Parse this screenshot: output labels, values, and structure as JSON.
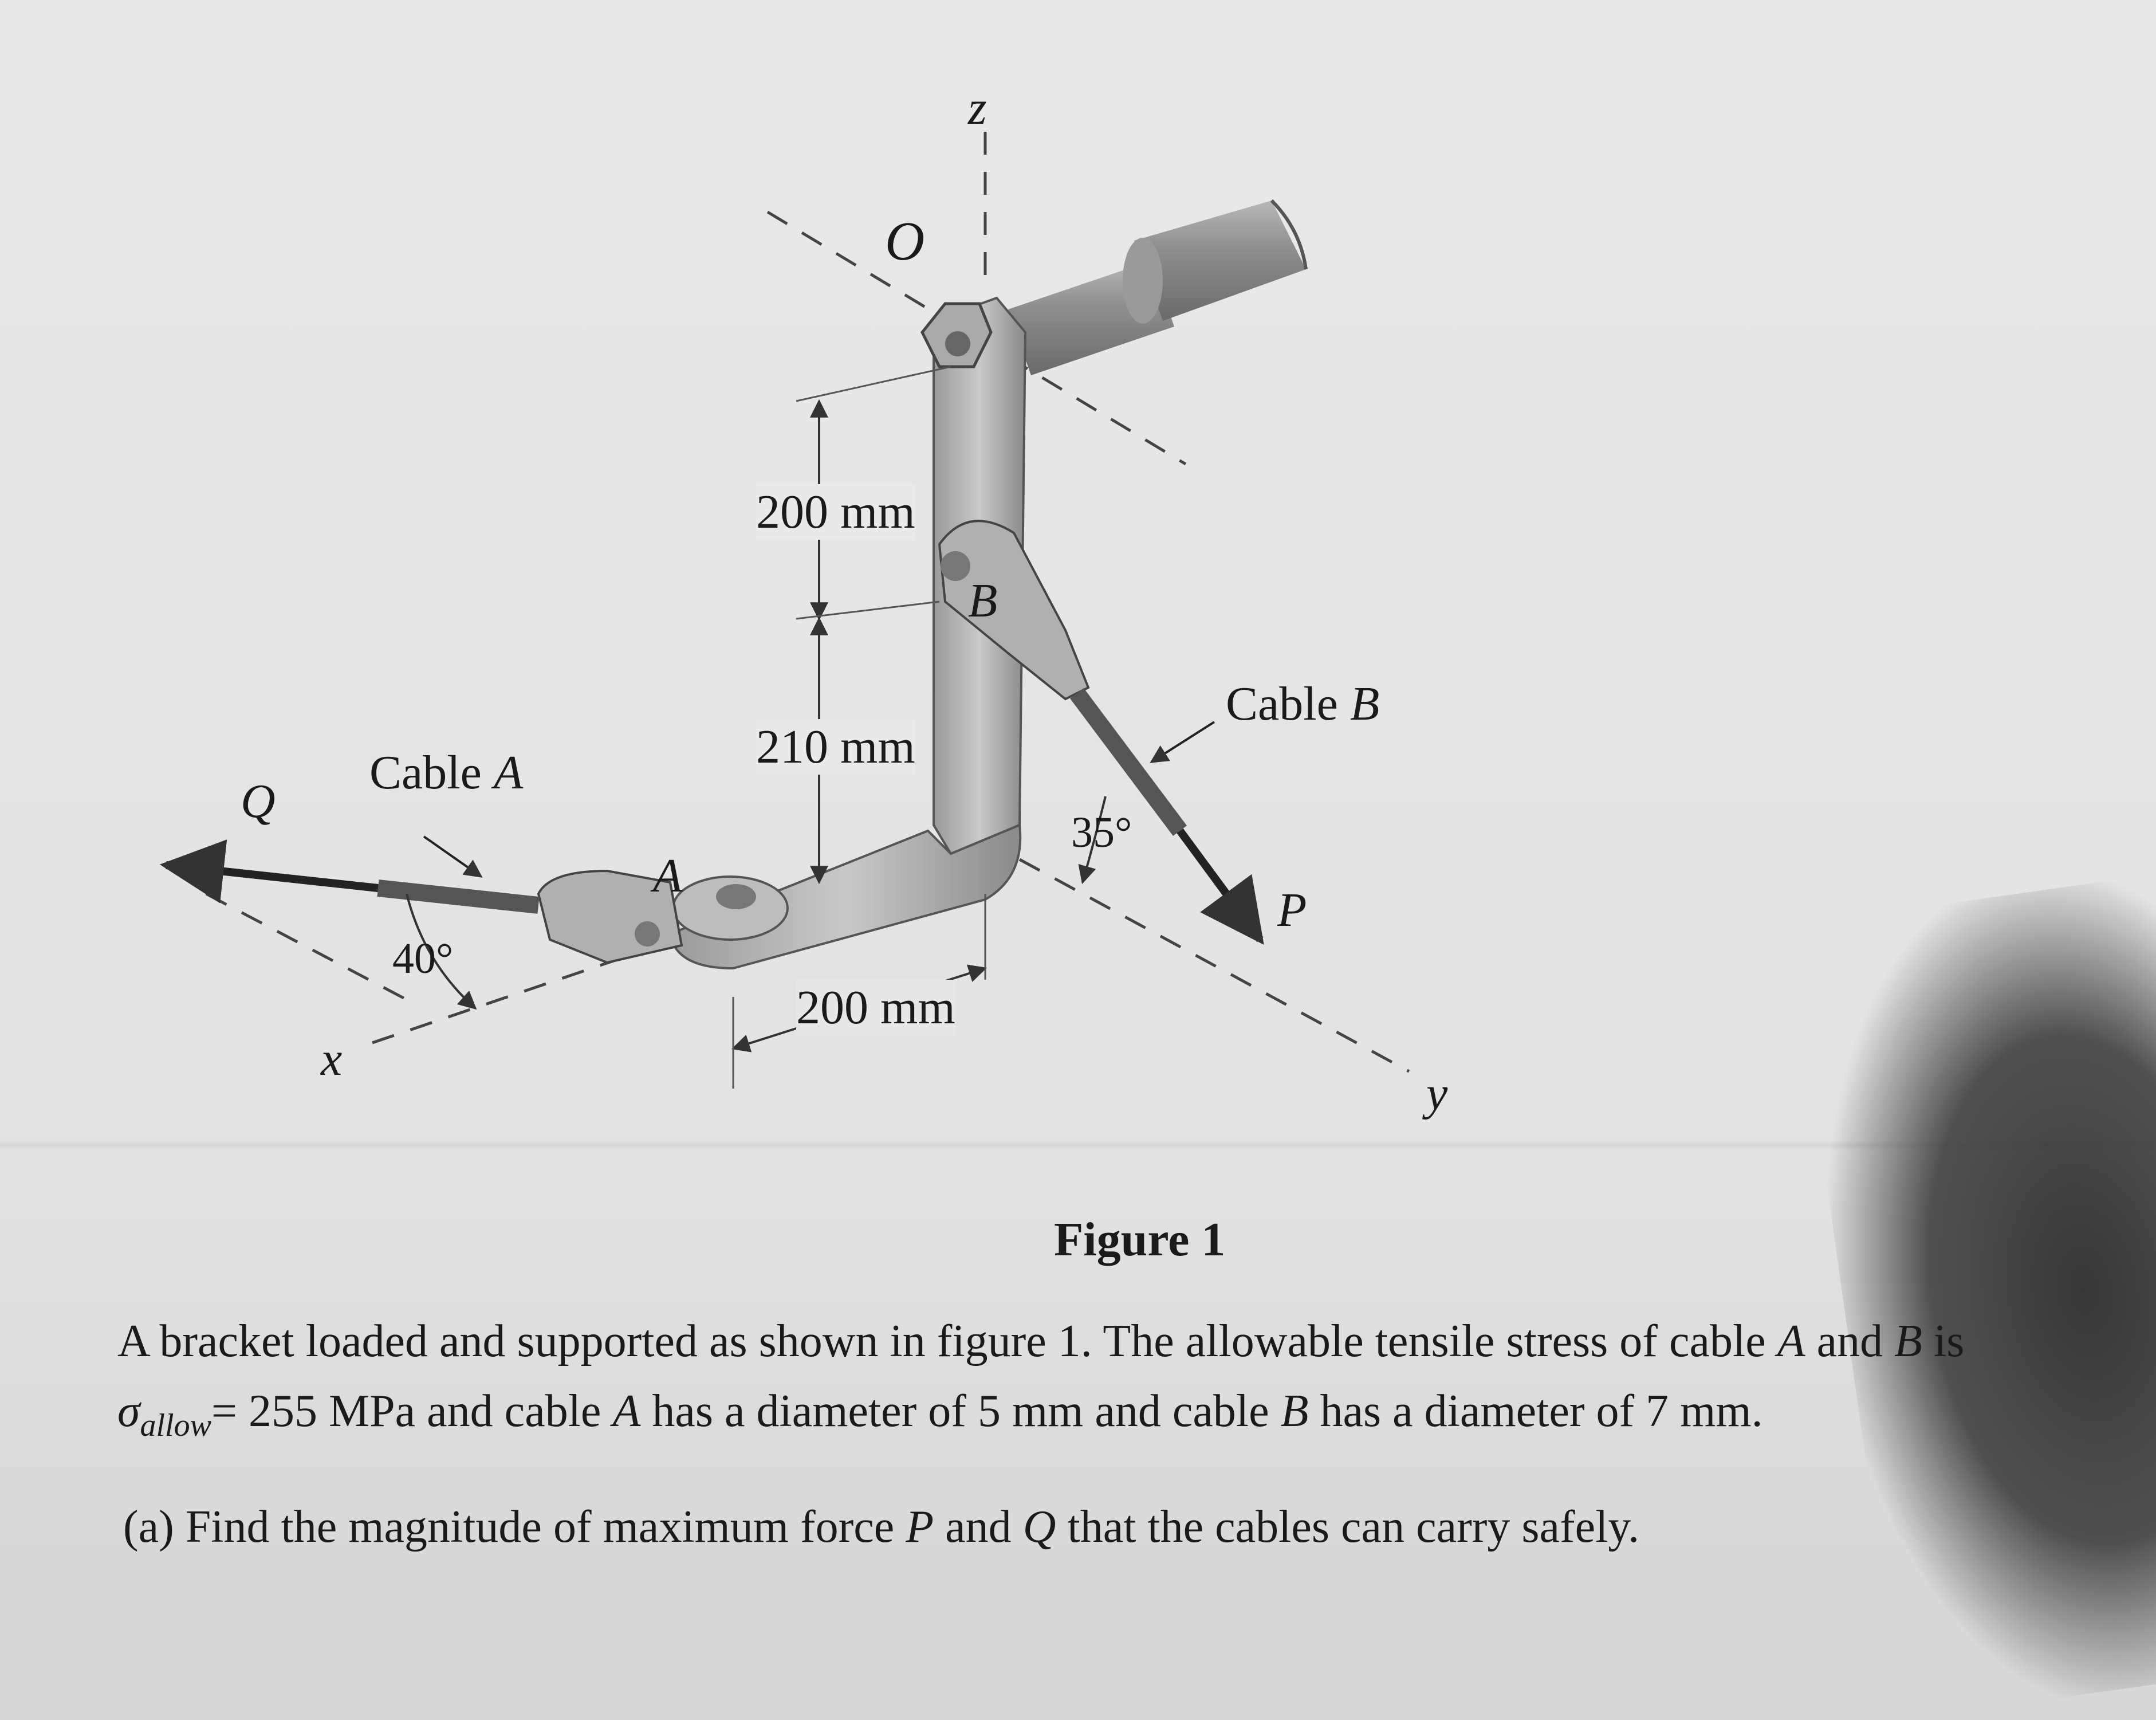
{
  "labels": {
    "z": "z",
    "O": "O",
    "B": "B",
    "A": "A",
    "x": "x",
    "y": "y",
    "P": "P",
    "Q": "Q",
    "cable_a_prefix": "Cable ",
    "cable_a_letter": "A",
    "cable_b_prefix": "Cable ",
    "cable_b_letter": "B",
    "dim_upper": "200 mm",
    "dim_middle": "210 mm",
    "dim_lower": "200 mm",
    "angle_b": "35°",
    "angle_a": "40°"
  },
  "caption": "Figure 1",
  "problem": {
    "line1_a": "A bracket loaded and supported as shown in figure 1. The allowable tensile stress of cable ",
    "line1_A": "A",
    "line1_and": " and ",
    "line1_B": "B",
    "line1_end": " is",
    "sigma": "σ",
    "sigma_sub": "allow",
    "line2_a": "= 255 MPa and cable ",
    "line2_A": "A",
    "line2_b": " has a diameter of 5 mm and cable ",
    "line2_B": "B",
    "line2_c": " has a diameter of 7 mm."
  },
  "question": {
    "a1": "(a) Find the magnitude of maximum force ",
    "P": "P",
    "mid": " and ",
    "Q": "Q",
    "end": " that the cables can carry safely."
  }
}
